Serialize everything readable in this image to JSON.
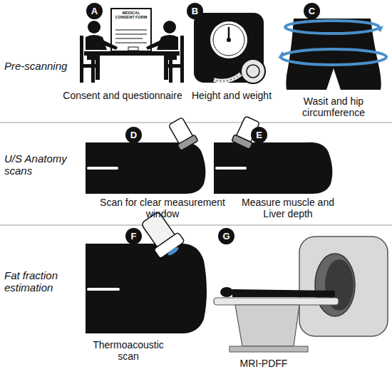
{
  "diagram": {
    "nodes": [
      {
        "text": [
          "A"
        ]
      },
      {
        "text": [
          "B"
        ]
      },
      {
        "text": [
          "C"
        ]
      },
      {
        "text": [
          "D"
        ]
      },
      {
        "text": [
          "E"
        ]
      },
      {
        "text": [
          "F"
        ]
      },
      {
        "text": [
          "G"
        ]
      }
    ],
    "labels": [
      "Pre-scanning",
      "U/S Anatomy scans",
      "Fat fraction estimation",
      "MEDICAL CONSENT FORM",
      "Consent and questionnaire",
      "Height and weight",
      "Wasit and hip circumference",
      "Scan for clear measurement window",
      "Measure muscle and Liver depth",
      "Thermoacoustic scan",
      "MRI-PDFF"
    ]
  }
}
